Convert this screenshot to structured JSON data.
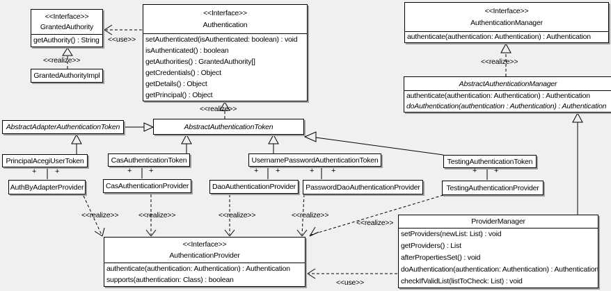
{
  "diagram": {
    "background_color": "#f0f0f0",
    "box_fill_color": "#ffffff",
    "line_color": "#000000",
    "shadow_color": "#9f9f9f"
  },
  "labels": {
    "interface": "<<Interface>>",
    "realize": "<<realize>>",
    "use": "<<use>>",
    "plus": "+"
  },
  "classes": {
    "granted_authority": {
      "stereotype": "<<Interface>>",
      "name": "GrantedAuthority",
      "methods": [
        "getAuthority() : String"
      ]
    },
    "granted_authority_impl": {
      "name": "GrantedAuthorityImpl"
    },
    "authentication": {
      "stereotype": "<<Interface>>",
      "name": "Authentication",
      "methods": [
        "setAuthenticated(isAuthenticated: boolean) : void",
        "isAuthenticated() : boolean",
        "getAuthorities() : GrantedAuthority[]",
        "getCredentials() : Object",
        "getDetails() : Object",
        "getPrincipal() : Object"
      ]
    },
    "authentication_manager": {
      "stereotype": "<<Interface>>",
      "name": "AuthenticationManager",
      "methods": [
        "authenticate(authentication: Authentication) : Authentication"
      ]
    },
    "abstract_authentication_manager": {
      "name": "AbstractAuthenticationManager",
      "methods": [
        "authenticate(authentication: Authentication) : Authentication",
        "doAuthentication(authentication : Authentication) : Authentication"
      ]
    },
    "abstract_adapter_authentication_token": {
      "name": "AbstractAdapterAuthenticationToken"
    },
    "abstract_authentication_token": {
      "name": "AbstractAuthenticationToken"
    },
    "principal_acegi_user_token": {
      "name": "PrincipalAcegiUserToken"
    },
    "cas_authentication_token": {
      "name": "CasAuthenticationToken"
    },
    "username_password_authentication_token": {
      "name": "UsernamePasswordAuthenticationToken"
    },
    "testing_authentication_token": {
      "name": "TestingAuthenticationToken"
    },
    "auth_by_adapter_provider": {
      "name": "AuthByAdapterProvider"
    },
    "cas_authentication_provider": {
      "name": "CasAuthenticationProvider"
    },
    "dao_authentication_provider": {
      "name": "DaoAuthenticationProvider"
    },
    "password_dao_authentication_provider": {
      "name": "PasswordDaoAuthenticationProvider"
    },
    "testing_authentication_provider": {
      "name": "TestingAuthenticationProvider"
    },
    "authentication_provider": {
      "stereotype": "<<Interface>>",
      "name": "AuthenticationProvider",
      "methods": [
        "authenticate(authentication: Authentication) : Authentication",
        "supports(authentication: Class) : boolean"
      ]
    },
    "provider_manager": {
      "name": "ProviderManager",
      "methods": [
        "setProviders(newList: List) : void",
        "getProviders() : List",
        "afterPropertiesSet() : void",
        "doAuthentication(authentication: Authentication) : Authentication",
        "checkIfValidList(listToCheck: List) : void"
      ]
    }
  },
  "relationships": {
    "generalizations": [
      {
        "from": "AbstractAdapterAuthenticationToken",
        "to": "AbstractAuthenticationToken"
      },
      {
        "from": "PrincipalAcegiUserToken",
        "to": "AbstractAdapterAuthenticationToken"
      },
      {
        "from": "CasAuthenticationToken",
        "to": "AbstractAuthenticationToken"
      },
      {
        "from": "UsernamePasswordAuthenticationToken",
        "to": "AbstractAuthenticationToken"
      },
      {
        "from": "TestingAuthenticationToken",
        "to": "AbstractAuthenticationToken"
      },
      {
        "from": "ProviderManager",
        "to": "AbstractAuthenticationManager"
      }
    ],
    "realizations": [
      {
        "from": "GrantedAuthorityImpl",
        "to": "GrantedAuthority",
        "label": "<<realize>>"
      },
      {
        "from": "AbstractAuthenticationToken",
        "to": "Authentication",
        "label": "<<realize>>"
      },
      {
        "from": "AbstractAuthenticationManager",
        "to": "AuthenticationManager",
        "label": "<<realize>>"
      },
      {
        "from": "AuthByAdapterProvider",
        "to": "AuthenticationProvider",
        "label": "<<realize>>"
      },
      {
        "from": "CasAuthenticationProvider",
        "to": "AuthenticationProvider",
        "label": "<<realize>>"
      },
      {
        "from": "DaoAuthenticationProvider",
        "to": "AuthenticationProvider",
        "label": "<<realize>>"
      },
      {
        "from": "PasswordDaoAuthenticationProvider",
        "to": "AuthenticationProvider",
        "label": "<<realize>>"
      },
      {
        "from": "TestingAuthenticationProvider",
        "to": "AuthenticationProvider",
        "label": "<<realize>>"
      }
    ],
    "usages": [
      {
        "from": "Authentication",
        "to": "GrantedAuthority",
        "label": "<<use>>"
      },
      {
        "from": "ProviderManager",
        "to": "AuthenticationProvider",
        "label": "<<use>>"
      }
    ],
    "associations": [
      {
        "a": "PrincipalAcegiUserToken",
        "b": "AuthByAdapterProvider",
        "end_adornments": [
          "+",
          "+"
        ]
      },
      {
        "a": "CasAuthenticationToken",
        "b": "CasAuthenticationProvider",
        "end_adornments": [
          "+",
          "+"
        ]
      },
      {
        "a": "UsernamePasswordAuthenticationToken",
        "b": "DaoAuthenticationProvider",
        "end_adornments": [
          "+",
          "+"
        ]
      },
      {
        "a": "UsernamePasswordAuthenticationToken",
        "b": "PasswordDaoAuthenticationProvider",
        "end_adornments": [
          "+",
          "+"
        ]
      },
      {
        "a": "TestingAuthenticationToken",
        "b": "TestingAuthenticationProvider",
        "end_adornments": [
          "+",
          "+"
        ]
      }
    ]
  }
}
